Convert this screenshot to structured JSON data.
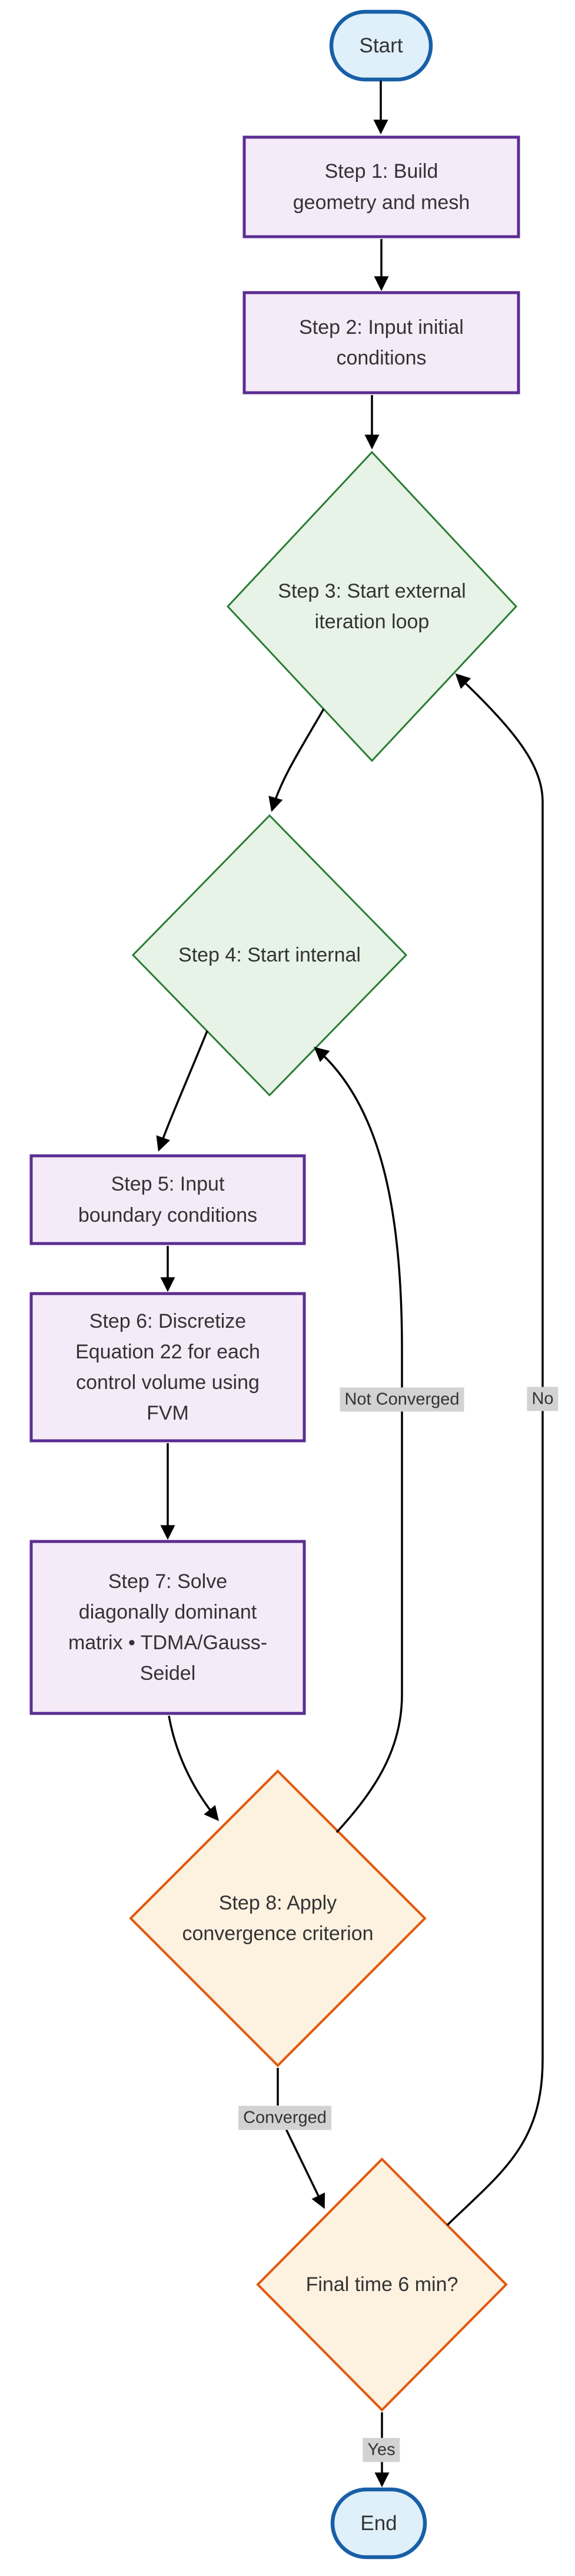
{
  "diagram": {
    "type": "flowchart",
    "direction": "top-down",
    "nodes": {
      "start": {
        "shape": "stadium",
        "label": "Start",
        "lines": [
          "Start"
        ]
      },
      "step1": {
        "shape": "process",
        "label": "Step 1: Build geometry and mesh",
        "lines": [
          "Step 1: Build",
          "geometry and mesh"
        ]
      },
      "step2": {
        "shape": "process",
        "label": "Step 2: Input initial conditions",
        "lines": [
          "Step 2: Input initial",
          "conditions"
        ]
      },
      "step3": {
        "shape": "decision",
        "label": "Step 3: Start external iteration loop",
        "lines": [
          "Step 3: Start external",
          "iteration loop"
        ]
      },
      "step4": {
        "shape": "decision",
        "label": "Step 4: Start internal",
        "lines": [
          "Step 4: Start internal"
        ]
      },
      "step5": {
        "shape": "process",
        "label": "Step 5: Input boundary conditions",
        "lines": [
          "Step 5: Input",
          "boundary conditions"
        ]
      },
      "step6": {
        "shape": "process",
        "label": "Step 6: Discretize Equation 22 for each control volume using FVM",
        "lines": [
          "Step 6: Discretize",
          "Equation 22 for each",
          "control volume using",
          "FVM"
        ]
      },
      "step7": {
        "shape": "process",
        "label": "Step 7: Solve diagonally dominant matrix • TDMA/Gauss-Seidel",
        "lines": [
          "Step 7: Solve",
          "diagonally dominant",
          "matrix • TDMA/Gauss-",
          "Seidel"
        ]
      },
      "step8": {
        "shape": "decision",
        "label": "Step 8: Apply convergence criterion",
        "lines": [
          "Step 8: Apply",
          "convergence criterion"
        ]
      },
      "final": {
        "shape": "decision",
        "label": "Final time 6 min?",
        "lines": [
          "Final time 6 min?"
        ]
      },
      "end": {
        "shape": "stadium",
        "label": "End",
        "lines": [
          "End"
        ]
      }
    },
    "edges": [
      {
        "from": "start",
        "to": "step1",
        "label": ""
      },
      {
        "from": "step1",
        "to": "step2",
        "label": ""
      },
      {
        "from": "step2",
        "to": "step3",
        "label": ""
      },
      {
        "from": "step3",
        "to": "step4",
        "label": ""
      },
      {
        "from": "step4",
        "to": "step5",
        "label": ""
      },
      {
        "from": "step5",
        "to": "step6",
        "label": ""
      },
      {
        "from": "step6",
        "to": "step7",
        "label": ""
      },
      {
        "from": "step7",
        "to": "step8",
        "label": ""
      },
      {
        "from": "step8",
        "to": "step4",
        "label": "Not Converged"
      },
      {
        "from": "step8",
        "to": "final",
        "label": "Converged"
      },
      {
        "from": "final",
        "to": "step3",
        "label": "No"
      },
      {
        "from": "final",
        "to": "end",
        "label": "Yes"
      }
    ],
    "colors": {
      "terminator_fill": "#dff0fa",
      "terminator_border": "#185fa7",
      "process_fill": "#f5eaf8",
      "process_border": "#5b2d92",
      "loop_decision_fill": "#e8f3e8",
      "loop_decision_border": "#2a7d32",
      "check_decision_fill": "#fdf1e0",
      "check_decision_border": "#e2590e",
      "edge_label_bg": "#d2d2d2",
      "edge_color": "#000000",
      "text_color": "#333333",
      "background": "#ffffff"
    }
  }
}
